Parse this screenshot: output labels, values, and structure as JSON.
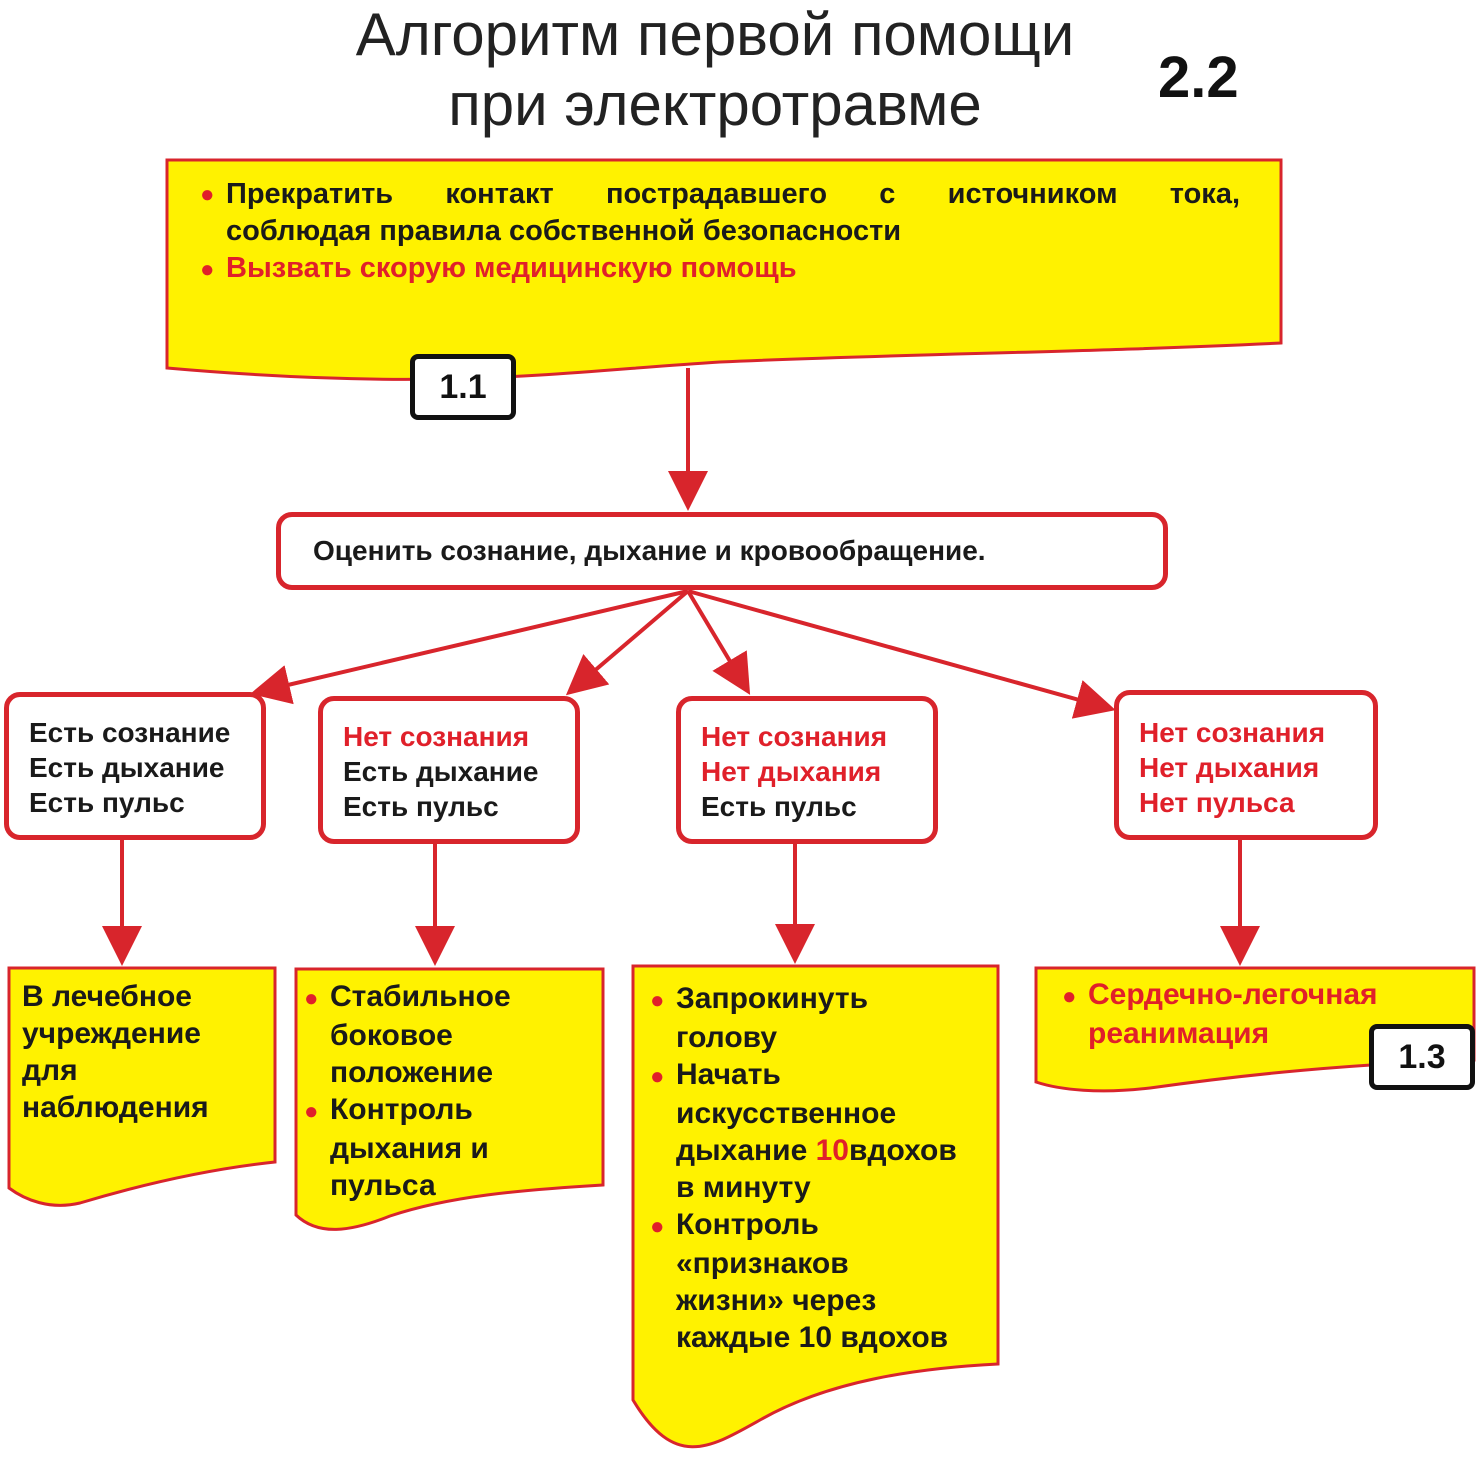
{
  "header": {
    "title_line1": "Алгоритм первой помощи",
    "title_line2": "при электротравме",
    "section_number": "2.2"
  },
  "top_box": {
    "item1_line1": "Прекратить  контакт  пострадавшего  с  источником  тока,",
    "item1_line2": "соблюдая правила собственной безопасности",
    "item2": "Вызвать скорую медицинскую помощь",
    "ref": "1.1"
  },
  "assess_box": {
    "label": "Оценить сознание, дыхание и кровообращение."
  },
  "conditions": [
    {
      "lines": [
        "Есть сознание",
        "Есть дыхание",
        "Есть пульс"
      ]
    },
    {
      "lines": [
        "Нет сознания",
        "Есть дыхание",
        "Есть пульс"
      ]
    },
    {
      "lines": [
        "Нет сознания",
        "Нет дыхания",
        "Есть пульс"
      ]
    },
    {
      "lines": [
        "Нет сознания",
        "Нет дыхания",
        "Нет пульса"
      ]
    }
  ],
  "actions": {
    "a1": {
      "lines": [
        "В лечебное",
        "учреждение",
        "для",
        "наблюдения"
      ]
    },
    "a2": {
      "item1": [
        "Стабильное",
        "боковое",
        "положение"
      ],
      "item2": [
        "Контроль",
        "дыхания и",
        "пульса"
      ]
    },
    "a3": {
      "item1": [
        "Запрокинуть",
        "голову"
      ],
      "item2_l1": "Начать",
      "item2_l2": "искусственное",
      "item2_l3_pre": "дыхание ",
      "item2_l3_num": "10",
      "item2_l3_post": "вдохов",
      "item2_l4": "в минуту",
      "item3": [
        "Контроль",
        "«признаков",
        "жизни» через",
        "каждые 10 вдохов"
      ]
    },
    "a4": {
      "line1": "Сердечно-легочная",
      "line2": "реанимация",
      "ref": "1.3"
    }
  },
  "colors": {
    "accent_red": "#d8252c",
    "text_red": "#e0202a",
    "note_yellow": "#fff200"
  }
}
